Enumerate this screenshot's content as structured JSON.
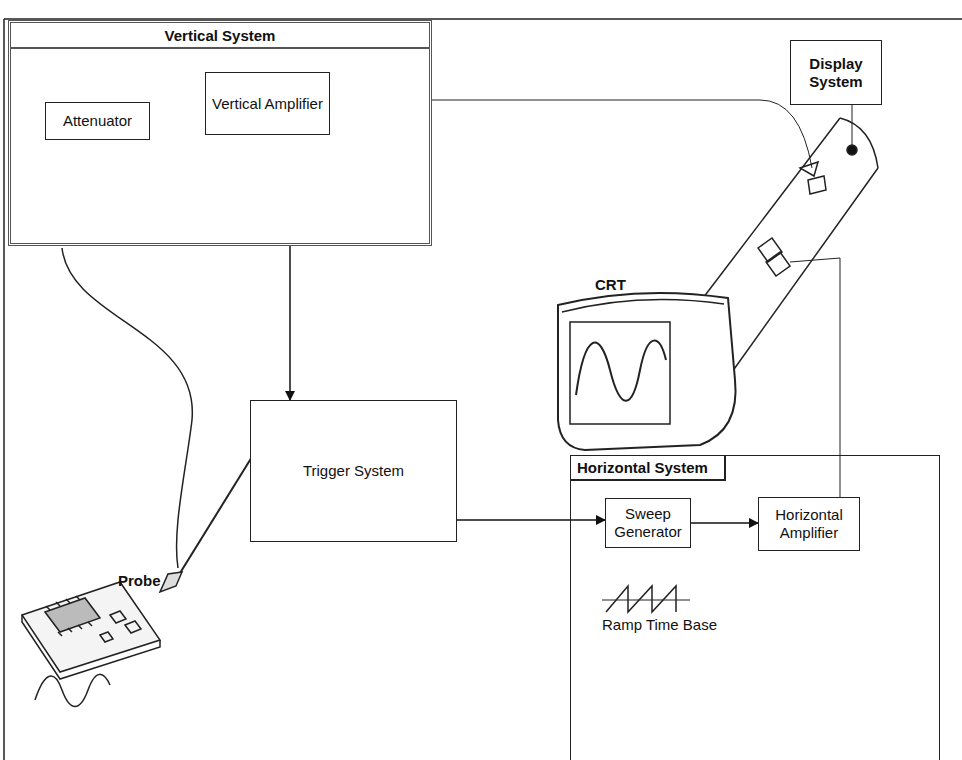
{
  "diagram": {
    "nodes": [
      {
        "text": [
          "Vertical System"
        ]
      },
      {
        "text": [
          "Attenuator"
        ],
        "in": 0
      },
      {
        "text": [
          "Vertical Amplifier"
        ],
        "in": 0
      },
      {
        "text": [
          "Display System"
        ]
      },
      {
        "text": [
          "Trigger System"
        ]
      },
      {
        "text": [
          "Horizontal System"
        ]
      },
      {
        "text": [
          "Sweep Generator"
        ],
        "in": 5
      },
      {
        "text": [
          "Horizontal Amplifier"
        ],
        "in": 5
      }
    ],
    "edges": [
      {
        "from": 1,
        "to": 2,
        "arrow": "to"
      },
      {
        "from": 2,
        "to": 4,
        "arrow": "to"
      },
      {
        "from": 4,
        "to": 6,
        "arrow": "to"
      },
      {
        "from": 6,
        "to": 7,
        "arrow": "to"
      }
    ],
    "labels": [
      "CRT",
      "Probe",
      "Ramp Time Base"
    ]
  }
}
